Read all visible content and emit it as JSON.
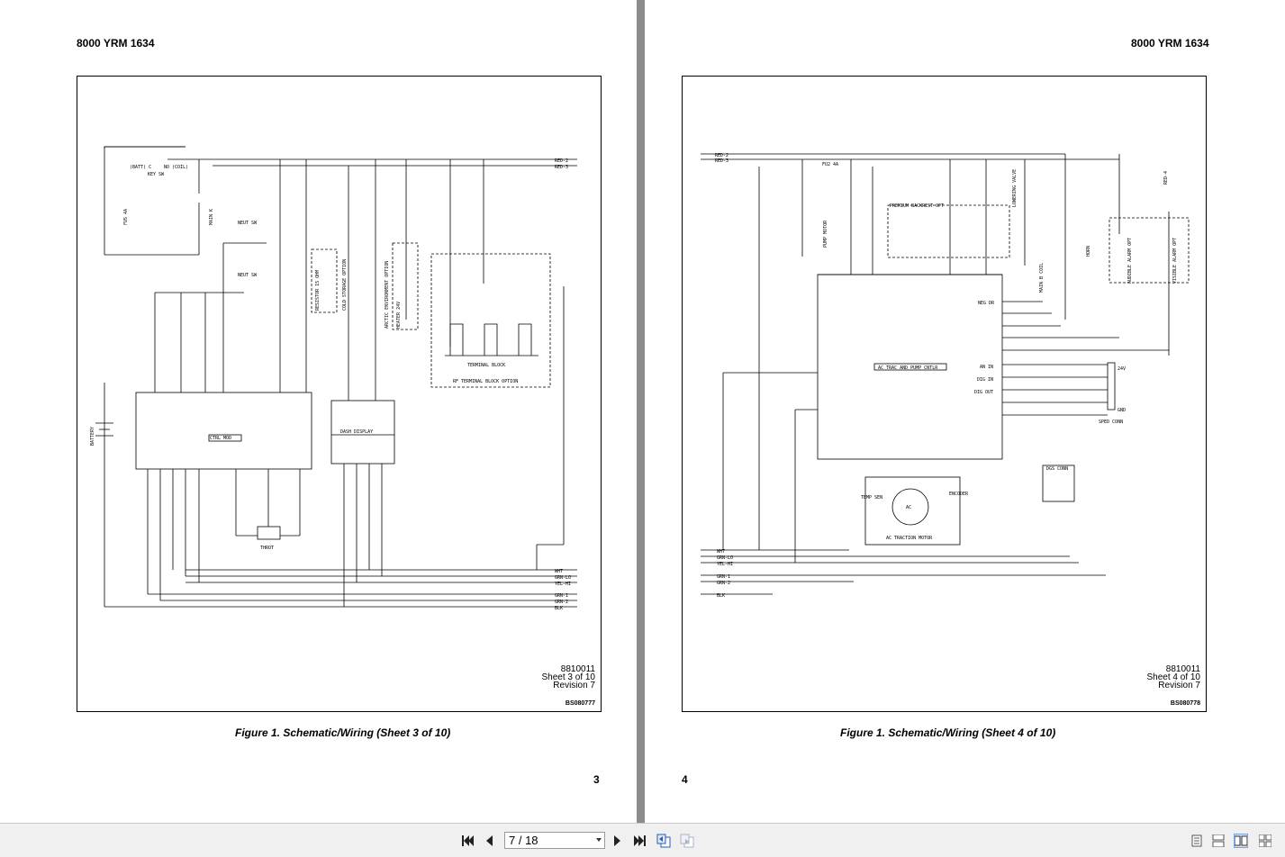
{
  "document": {
    "left_page": {
      "header": "8000 YRM 1634",
      "doc_number": "8810011",
      "sheet": "Sheet 3 of 10",
      "revision": "Revision 7",
      "figure_code": "BS080777",
      "caption": "Figure 1. Schematic/Wiring (Sheet 3 of 10)",
      "page_number": "3",
      "wire_labels": {
        "red2": "RED-2",
        "red3": "RED-3",
        "wht": "WHT",
        "grnlo": "GRN-LO",
        "yelhi": "YEL-HI",
        "grn1": "GRN-1",
        "grn2": "GRN-2",
        "blk": "BLK",
        "batt": "(BATT) C",
        "nocoil": "NO (COIL)",
        "keysw": "KEY SW",
        "fuse": "FUS 4A",
        "mainc": "MAIN K",
        "neut1": "NEUT SW",
        "neut2": "NEUT SW",
        "battery": "BATTERY",
        "ctrlmod": "CTRL MOD",
        "dash": "DASH DISPLAY",
        "throt": "THROT",
        "resistor": "RESISTOR 15 OHM",
        "cold": "COLD STORAGE OPTION",
        "arctic": "ARCTIC ENVIRONMENT OPTION",
        "heater": "HEATER 24V",
        "tblock": "TERMINAL BLOCK",
        "rftb": "RF TERMINAL BLOCK OPTION"
      }
    },
    "right_page": {
      "header": "8000 YRM 1634",
      "doc_number": "8810011",
      "sheet": "Sheet 4 of 10",
      "revision": "Revision 7",
      "figure_code": "BS080778",
      "caption": "Figure 1. Schematic/Wiring (Sheet 4 of 10)",
      "page_number": "4",
      "wire_labels": {
        "red2": "RED-2",
        "red3": "RED-3",
        "fu2": "FU2 4A",
        "wht": "WHT",
        "grnlo": "GRN-LO",
        "yelhi": "YEL-HI",
        "grn1": "GRN-1",
        "grn2": "GRN-2",
        "blk": "BLK",
        "acctl": "AC TRAC AND PUMP CNTLR",
        "premium": "PREMIUM BACKREST OPT",
        "speed": "SPED CONN",
        "dgs": "DGS CONN",
        "traction": "AC TRACTION MOTOR",
        "encoder": "ENCODER",
        "tempsen": "TEMP SEN",
        "ac": "AC",
        "horn": "HORN",
        "audible": "AUDIBLE ALARM OPT",
        "visible": "VISIBLE ALARM OPT",
        "pump": "PUMP MOTOR",
        "lowering": "LOWERING VALVE",
        "mainb": "MAIN B COIL",
        "negdr": "NEG DR",
        "anin": "AN IN",
        "digin": "DIG IN",
        "digout": "DIG OUT",
        "v24": "24V",
        "gnd": "GND",
        "red4": "RED-4"
      }
    }
  },
  "toolbar": {
    "page_indicator": "7 / 18"
  }
}
